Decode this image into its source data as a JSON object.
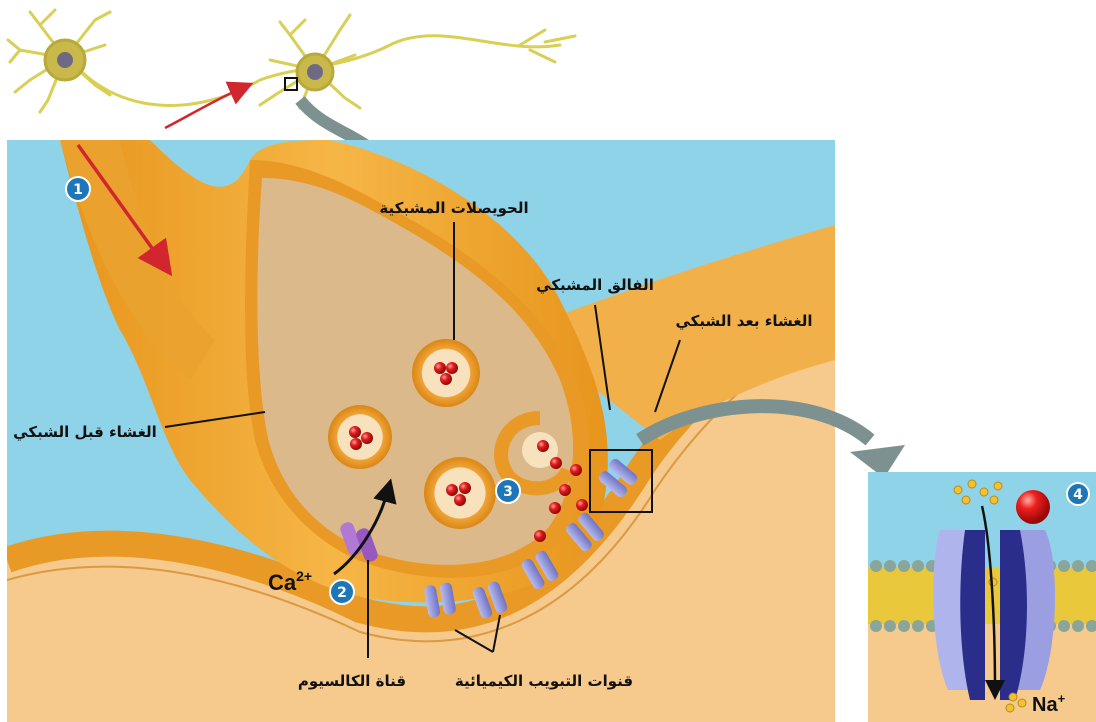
{
  "labels": {
    "synaptic_vesicles": "الحويصلات المشبكية",
    "synaptic_cleft": "الفالق المشبكي",
    "postsynaptic_membrane": "الغشاء بعد الشبكي",
    "presynaptic_membrane": "الغشاء قبل الشبكي",
    "calcium_channel": "قناة الكالسيوم",
    "chemical_gated_channels": "قنوات التبويب الكيميائية"
  },
  "ions": {
    "calcium": "Ca",
    "calcium_charge": "2+",
    "sodium": "Na",
    "sodium_charge": "+"
  },
  "steps": [
    "1",
    "2",
    "3",
    "4"
  ],
  "colors": {
    "background_fluid": "#8fd3e8",
    "cytoplasm": "#f6c98c",
    "membrane_orange": "#e99a26",
    "terminal_interior": "#dcb98a",
    "vesicle_outer": "#f0a336",
    "neurotransmitter": "#e01a1a",
    "channel": "#8c8fd6",
    "badge_blue": "#1d76b8",
    "arrow_red": "#d1262e",
    "arrow_gray": "#7d9290"
  }
}
